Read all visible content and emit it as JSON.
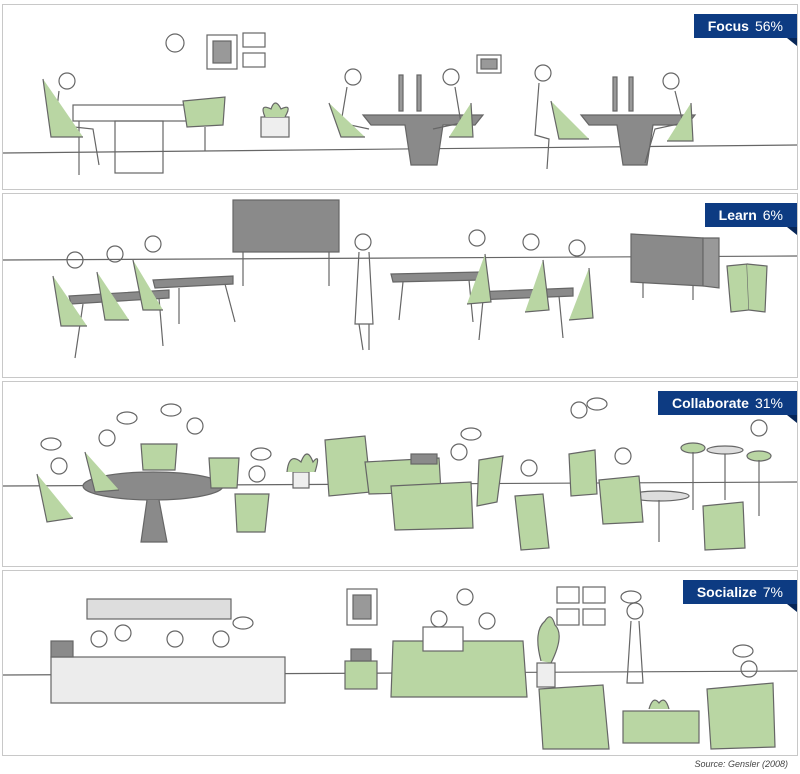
{
  "panels": [
    {
      "mode": "Focus",
      "percent": "56%"
    },
    {
      "mode": "Learn",
      "percent": "6%"
    },
    {
      "mode": "Collaborate",
      "percent": "31%"
    },
    {
      "mode": "Socialize",
      "percent": "7%"
    }
  ],
  "source": "Source: Gensler (2008)",
  "colors": {
    "badge": "#0d3b82",
    "furniture_green": "#b9d6a3",
    "furniture_gray": "#8a8a8a",
    "line": "#555555"
  }
}
